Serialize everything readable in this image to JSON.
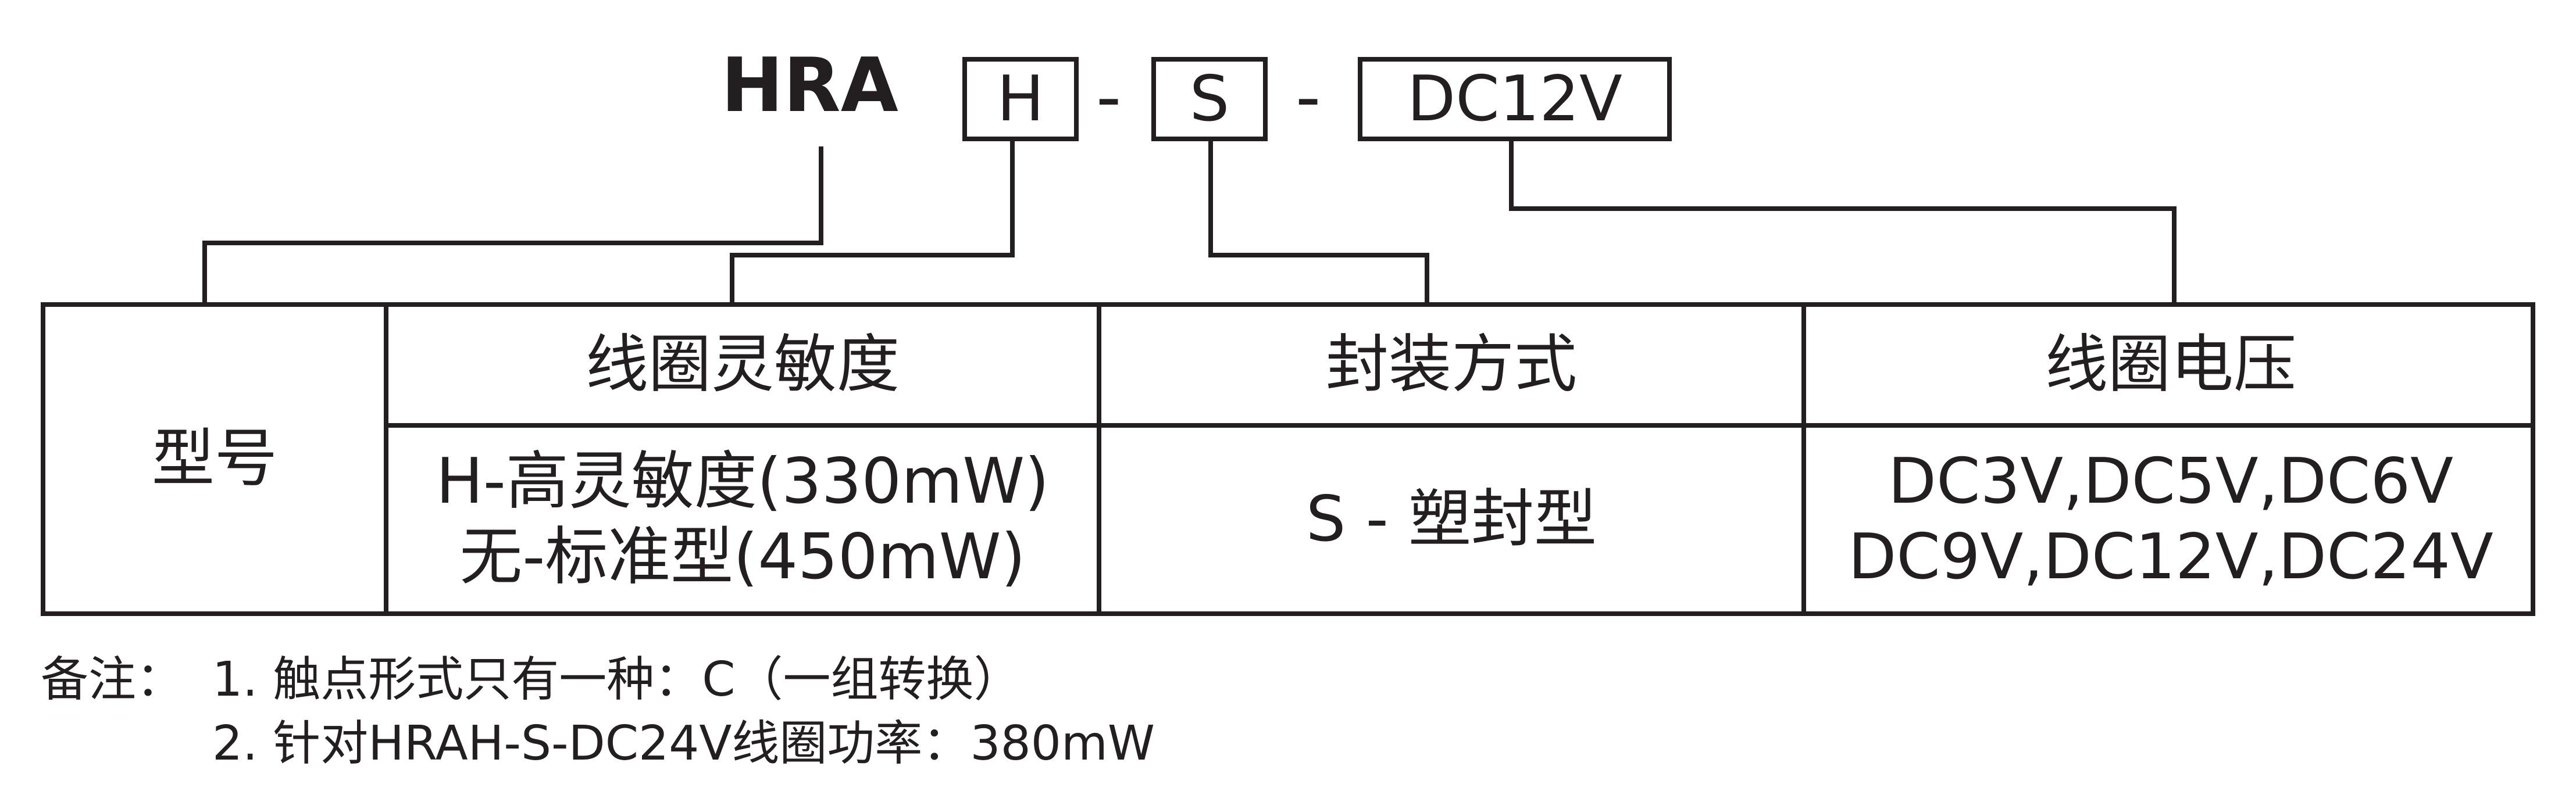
{
  "model_code": {
    "prefix": "HRA",
    "sensitivity_code": "H",
    "separator_1": "-",
    "package_code": "S",
    "separator_2": "-",
    "voltage_code": "DC12V"
  },
  "table": {
    "model_label": "型号",
    "headers": [
      "线圈灵敏度",
      "封装方式",
      "线圈电压"
    ],
    "sensitivity_options": [
      "H-高灵敏度(330mW)",
      "无-标准型(450mW)"
    ],
    "package_options": [
      "S - 塑封型"
    ],
    "voltage_options": [
      "DC3V,DC5V,DC6V",
      "DC9V,DC12V,DC24V"
    ]
  },
  "notes": {
    "label": "备注：",
    "items": [
      "1. 触点形式只有一种：C（一组转换）",
      "2. 针对HRAH-S-DC24V线圈功率：380mW"
    ]
  }
}
